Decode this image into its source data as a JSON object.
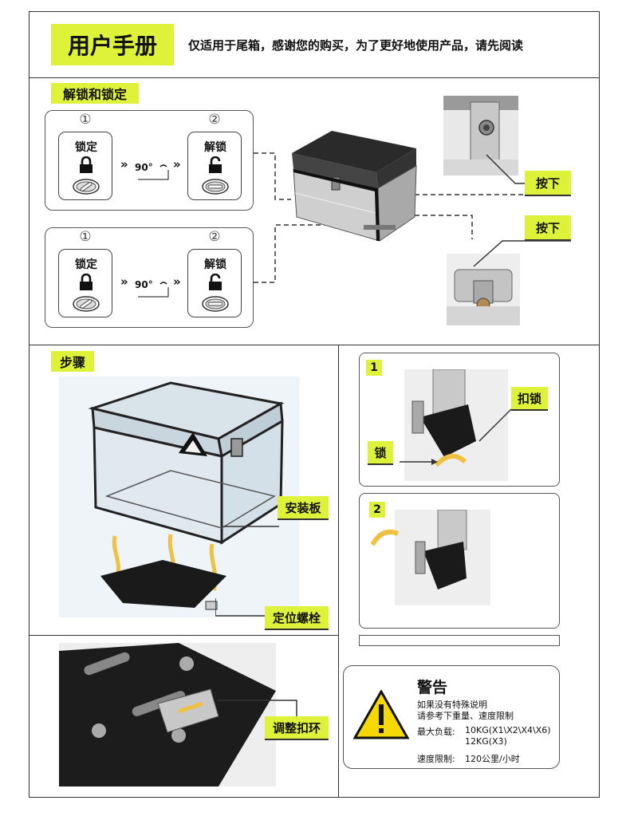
{
  "header": {
    "title": "用户手册",
    "subtitle": "仅适用于尾箱，感谢您的购买，为了更好地使用产品，请先阅读"
  },
  "lock_section": {
    "title": "解锁和锁定",
    "panels": [
      {
        "step1_num": "①",
        "step1_label": "锁定",
        "step2_num": "②",
        "step2_label": "解锁",
        "arrows": "»",
        "angle": "90°"
      },
      {
        "step1_num": "①",
        "step1_label": "锁定",
        "step2_num": "②",
        "step2_label": "解锁",
        "arrows": "»",
        "angle": "90°"
      }
    ],
    "press_label_1": "按下",
    "press_label_2": "按下"
  },
  "steps_section": {
    "title": "步骤",
    "mount_plate_label": "安装板",
    "bolt_label": "定位螺栓"
  },
  "right_steps": {
    "step1": {
      "num": "1",
      "buckle_label": "扣锁",
      "lock_label": "锁"
    },
    "step2": {
      "num": "2"
    }
  },
  "adjust_section": {
    "label": "调整扣环"
  },
  "warning": {
    "title": "警告",
    "line1": "如果没有特殊说明",
    "line2": "请参考下重量、速度限制",
    "load_label": "最大负载:",
    "load_value1": "10KG(X1\\X2\\X4\\X6)",
    "load_value2": "12KG(X3)",
    "speed_label": "速度限制:",
    "speed_value": "120公里/小时"
  },
  "colors": {
    "accent": "#dff23a",
    "warning_yellow": "#f5d800",
    "arrow_orange": "#f0c040"
  }
}
